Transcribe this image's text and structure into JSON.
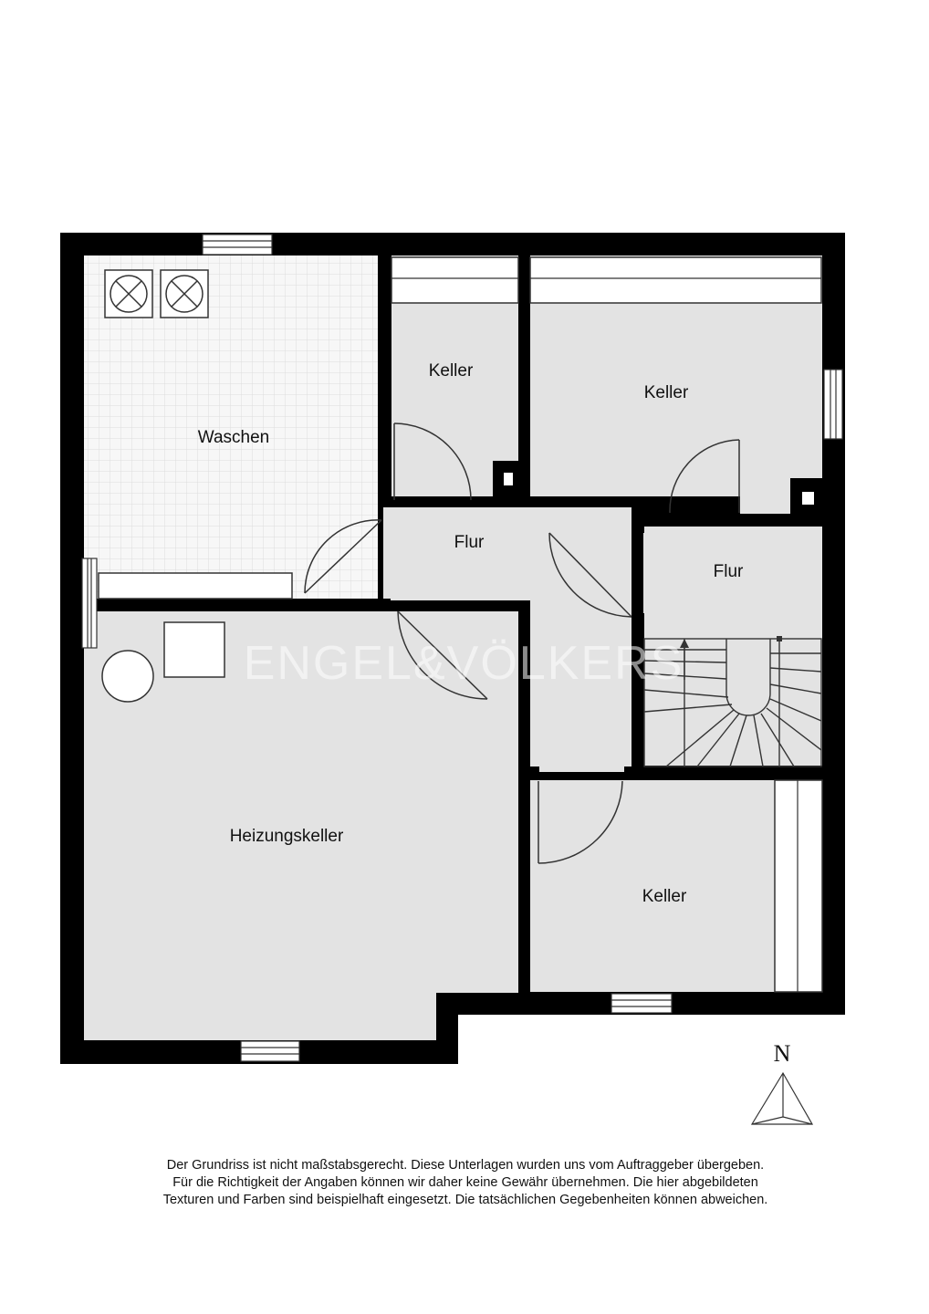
{
  "rooms": {
    "waschen": "Waschen",
    "keller_1": "Keller",
    "keller_2": "Keller",
    "flur_1": "Flur",
    "flur_2": "Flur",
    "heizungskeller": "Heizungskeller",
    "keller_3": "Keller"
  },
  "watermark": "ENGEL&VÖLKERS",
  "compass": {
    "label": "N"
  },
  "disclaimer": {
    "line1": "Der Grundriss ist nicht maßstabsgerecht. Diese Unterlagen wurden uns vom Auftraggeber übergeben.",
    "line2": "Für die Richtigkeit der Angaben können wir daher keine Gewähr übernehmen. Die hier abgebildeten",
    "line3": "Texturen und Farben sind beispielhaft eingesetzt. Die tatsächlichen Gegebenheiten können abweichen."
  },
  "colors": {
    "wall": "#000000",
    "floor": "#e3e3e3",
    "tile_bg": "#f7f7f7",
    "tile_line": "#dddddd"
  }
}
